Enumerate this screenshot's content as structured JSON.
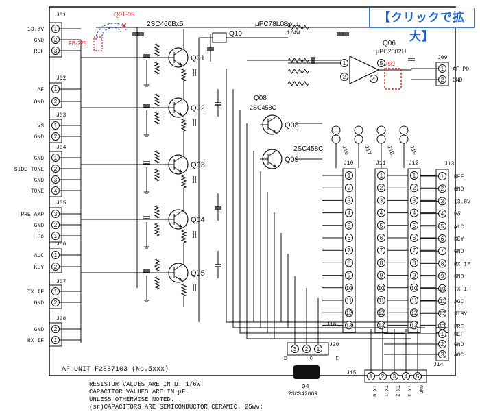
{
  "zoom_button": {
    "label": "【クリックで拡大】"
  },
  "unit": {
    "title": "AF UNIT F2887103 (No.5xxx)"
  },
  "notes": [
    "RESISTOR VALUES ARE IN Ω. 1/6W:",
    "CAPACITOR VALUES ARE IN μF.",
    "UNLESS OTHERWISE NOTED.",
    "(sr)CAPACITORS ARE SEMICONDUCTOR CERAMIC. 25wv:"
  ],
  "annotations": {
    "q_note": "Q01-05",
    "fb": "FB-225",
    "r75": "75Ω"
  },
  "parts": {
    "q_array": "2SC460Bx5",
    "reg": "μPC78L08",
    "q10": "Q10",
    "r30": "R30  1",
    "r30w": "1/4W",
    "q06": "Q06",
    "q06p": "μPC2002H",
    "q08": "Q08",
    "q08p": "2SC458C",
    "q09": "Q09",
    "q09p": "2SC458C",
    "q4": "Q4",
    "q4p": "2SC3420GR"
  },
  "transistors": [
    {
      "name": "Q01"
    },
    {
      "name": "Q02"
    },
    {
      "name": "Q03"
    },
    {
      "name": "Q04"
    },
    {
      "name": "Q05"
    }
  ],
  "left_connectors": [
    {
      "id": "J01",
      "pins": [
        {
          "n": "1",
          "label": "13.8V"
        },
        {
          "n": "2",
          "label": "GND"
        },
        {
          "n": "3",
          "label": "REF"
        }
      ]
    },
    {
      "id": "J02",
      "pins": [
        {
          "n": "1",
          "label": "AF"
        },
        {
          "n": "2",
          "label": "GND"
        }
      ]
    },
    {
      "id": "J03",
      "pins": [
        {
          "n": "1",
          "label": "VS"
        },
        {
          "n": "2",
          "label": "GND"
        }
      ]
    },
    {
      "id": "J04",
      "pins": [
        {
          "n": "1",
          "label": "GND"
        },
        {
          "n": "2",
          "label": "SIDE TONE"
        },
        {
          "n": "3",
          "label": "GND"
        },
        {
          "n": "4",
          "label": "TONE"
        }
      ]
    },
    {
      "id": "J05",
      "pins": [
        {
          "n": "3",
          "label": "PRE AMP"
        },
        {
          "n": "2",
          "label": "GND"
        },
        {
          "n": "1",
          "label": "Pδ"
        }
      ]
    },
    {
      "id": "J06",
      "pins": [
        {
          "n": "1",
          "label": "ALC"
        },
        {
          "n": "2",
          "label": "KEY"
        }
      ]
    },
    {
      "id": "J07",
      "pins": [
        {
          "n": "1",
          "label": "TX IF"
        },
        {
          "n": "2",
          "label": "GND"
        }
      ]
    },
    {
      "id": "J08",
      "pins": [
        {
          "n": "2",
          "label": "GND"
        },
        {
          "n": "1",
          "label": "RX IF"
        }
      ]
    }
  ],
  "j09": {
    "id": "J09",
    "pins": [
      {
        "n": "1",
        "label": "AF PO"
      },
      {
        "n": "2",
        "label": "GND"
      }
    ]
  },
  "j13": {
    "id": "J13",
    "pins": [
      {
        "n": "1",
        "label": "REF"
      },
      {
        "n": "2",
        "label": "GND"
      },
      {
        "n": "3",
        "label": "13.8V"
      },
      {
        "n": "4",
        "label": "Pδ"
      },
      {
        "n": "5",
        "label": "ALC"
      },
      {
        "n": "6",
        "label": "KEY"
      },
      {
        "n": "7",
        "label": "GND"
      },
      {
        "n": "8",
        "label": "RX IF"
      },
      {
        "n": "9",
        "label": "GND"
      },
      {
        "n": "10",
        "label": "TX IF"
      },
      {
        "n": "11",
        "label": "AGC"
      },
      {
        "n": "12",
        "label": "STBY"
      },
      {
        "n": "13",
        "label": "PRE"
      }
    ]
  },
  "j14": {
    "id": "J14",
    "pins": [
      {
        "n": "1",
        "label": "REF"
      },
      {
        "n": "2",
        "label": "GND"
      },
      {
        "n": "3",
        "label": "AGC"
      }
    ]
  },
  "j15": {
    "id": "J15",
    "pins": [
      {
        "n": "1",
        "label": "TX 0"
      },
      {
        "n": "2",
        "label": "TX 1"
      },
      {
        "n": "3",
        "label": "TX 2"
      },
      {
        "n": "4",
        "label": "TX 3"
      },
      {
        "n": "5",
        "label": "GND"
      }
    ]
  },
  "j20": {
    "id": "J20",
    "pins": [
      "3",
      "2",
      "1"
    ],
    "ends": [
      "B",
      "C",
      "E"
    ]
  },
  "j10": {
    "id": "J10"
  },
  "j11": {
    "id": "J11"
  },
  "j12": {
    "id": "J12"
  },
  "j16_19": [
    "J16",
    "J17",
    "J18",
    "J19"
  ],
  "header_pins": [
    "1",
    "2",
    "3",
    "4",
    "5",
    "6",
    "7",
    "8",
    "9",
    "10",
    "11",
    "12",
    "13"
  ]
}
